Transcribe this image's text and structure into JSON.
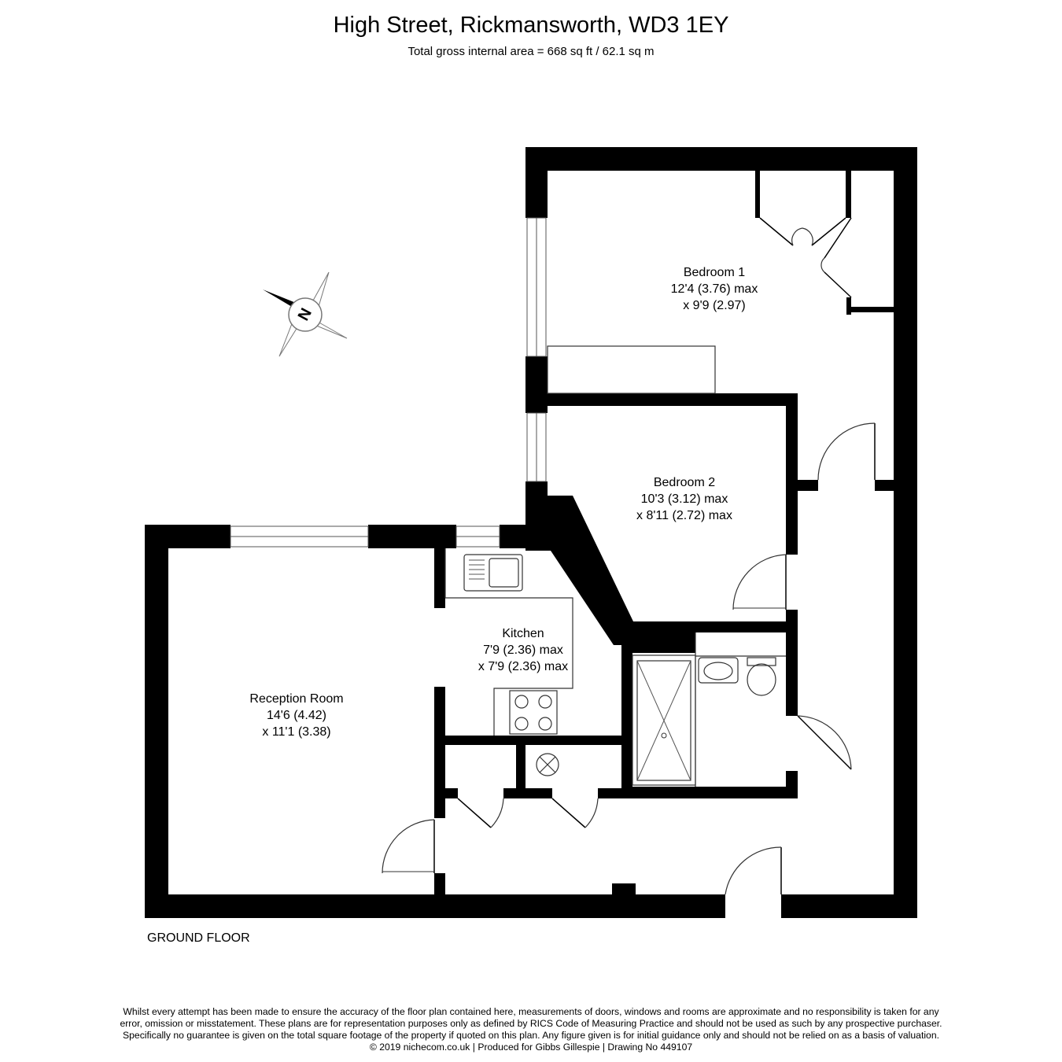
{
  "header": {
    "title": "High Street, Rickmansworth, WD3 1EY",
    "subtitle": "Total gross internal area = 668 sq ft / 62.1 sq m"
  },
  "compass": {
    "letter": "N"
  },
  "rooms": {
    "bedroom1": {
      "name": "Bedroom 1",
      "dim1": "12'4 (3.76) max",
      "dim2": "x 9'9 (2.97)"
    },
    "bedroom2": {
      "name": "Bedroom 2",
      "dim1": "10'3 (3.12) max",
      "dim2": "x 8'11 (2.72) max"
    },
    "kitchen": {
      "name": "Kitchen",
      "dim1": "7'9 (2.36) max",
      "dim2": "x 7'9 (2.36) max"
    },
    "reception": {
      "name": "Reception Room",
      "dim1": "14'6 (4.42)",
      "dim2": "x 11'1 (3.38)"
    }
  },
  "floor_label": "GROUND FLOOR",
  "disclaimer": {
    "line1": "Whilst every attempt has been made to ensure the accuracy of the floor plan contained here, measurements of doors, windows and rooms are approximate and no responsibility is taken for any",
    "line2": "error, omission or misstatement. These plans are for representation purposes only as defined by RICS Code of Measuring Practice and should not be used as such by any prospective purchaser.",
    "line3": "Specifically no guarantee is given on the total square footage of the property if quoted on this plan. Any figure given is for initial guidance only and should not be relied on as a basis of valuation.",
    "line4": "© 2019 nichecom.co.uk  |  Produced for Gibbs Gillespie  |  Drawing No 449107"
  }
}
